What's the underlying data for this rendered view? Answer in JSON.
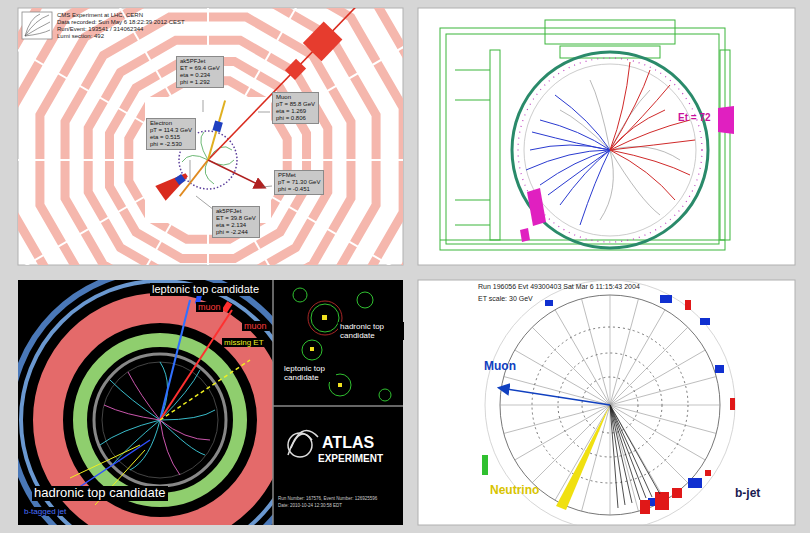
{
  "diagram": {
    "nodes": [
      {
        "text": [
          "ak5PFJet",
          "ET = 69.4 GeV",
          "eta = 0.234",
          "phi = 1.292"
        ]
      },
      {
        "text": [
          "Muon",
          "pT = 85.8 GeV",
          "eta = 1.269",
          "phi = 0.806"
        ]
      },
      {
        "text": [
          "Electron",
          "pT = 114.3 GeV",
          "eta = 0.515",
          "phi = -2.530"
        ]
      },
      {
        "text": [
          "ak5PFJet",
          "ET = 39.8 GeV",
          "eta = 2.134",
          "phi = -2.244"
        ]
      },
      {
        "text": [
          "PFMet",
          "pT = 71.30 GeV",
          "phi = -0.451"
        ]
      }
    ],
    "labels": [
      "CMS Experiment at LHC, CERN",
      "Data recorded: Sun May 6 18:22:39 2012 CEST",
      "Run/Event: 193541 / 314062344",
      "Lumi section: 492",
      "Et = 72",
      "leptonic top candidate",
      "muon",
      "muon",
      "missing ET",
      "b-tagged jet",
      "hadronic top candidate",
      "hadronic top candidate",
      "leptonic top candidate",
      "ATLAS",
      "EXPERIMENT",
      "Run Number: 167576, Event Number: 126925596",
      "Date: 2010-10-24 12:30:58 EDT",
      "Run 196056 Evt 49300403 Sat Mar 6 11:15:43 2004",
      "ET scale: 30 GeV",
      "Muon",
      "Neutrino",
      "b-jet"
    ]
  }
}
